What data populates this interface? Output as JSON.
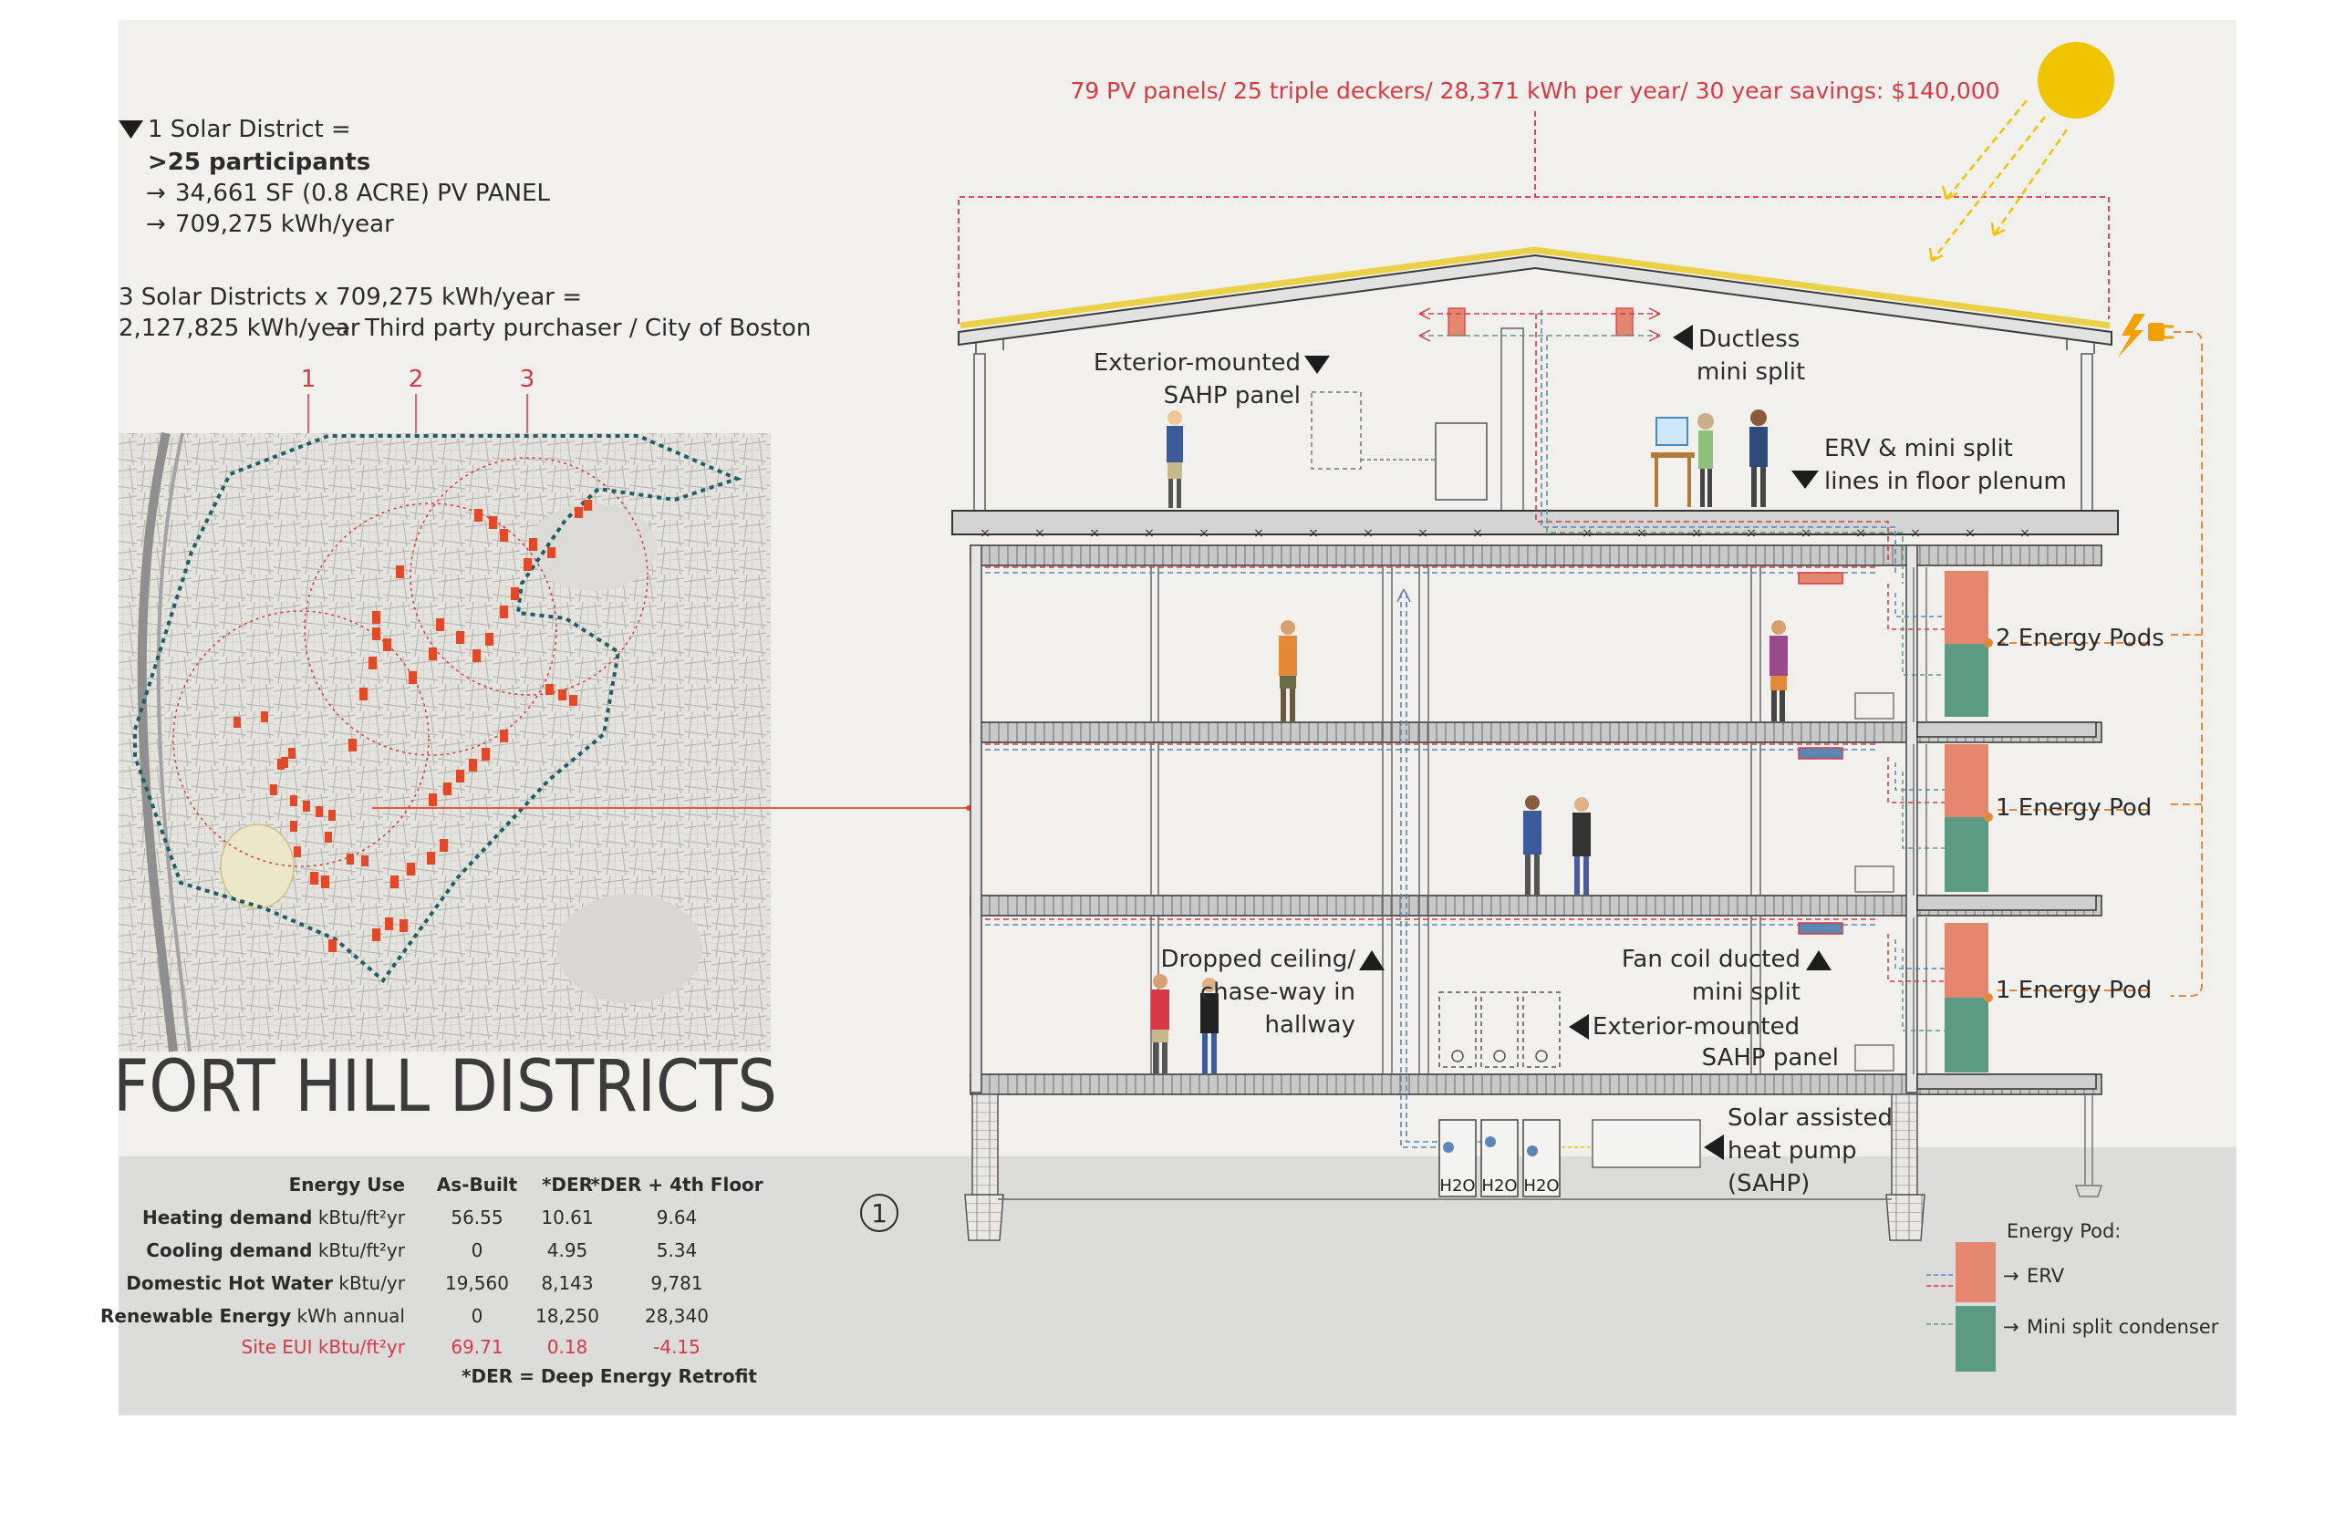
{
  "colors": {
    "paper": "#f1f0ec",
    "ground": "#dcdcda",
    "red": "#d53a45",
    "orange": "#e5883a",
    "erv": "#e5876f",
    "mini_split": "#5d9a83",
    "blue": "#5b87b6",
    "teal": "#1f5e66",
    "sun": "#f0c400",
    "ink": "#2b2b2b"
  },
  "top_note": "79 PV panels/ 25 triple deckers/ 28,371 kWh per year/ 30 year savings: $140,000",
  "district_summary": {
    "line1": "1 Solar District =",
    "line2": ">25 participants",
    "line3": "34,661 SF (0.8 ACRE) PV PANEL",
    "line4": "709,275 kWh/year",
    "line5": "3 Solar Districts x 709,275 kWh/year =",
    "line6": "2,127,825 kWh/year",
    "line6b": "Third party purchaser / City of Boston"
  },
  "district_markers": [
    "1",
    "2",
    "3"
  ],
  "map_title": "FORT HILL DISTRICTS",
  "section_number": "1",
  "labels": {
    "sahp_roof": [
      "Exterior-mounted",
      "SAHP panel"
    ],
    "ductless": [
      "Ductless",
      "mini split"
    ],
    "erv_lines": [
      "ERV & mini split",
      "lines in floor plenum"
    ],
    "pods_2": "2 Energy Pods",
    "pods_1a": "1 Energy Pod",
    "pods_1b": "1 Energy Pod",
    "dropped": [
      "Dropped ceiling/",
      "chase-way in",
      "hallway"
    ],
    "fancoil": [
      "Fan coil ducted",
      "mini split"
    ],
    "sahp_ground": [
      "Exterior-mounted",
      "SAHP panel"
    ],
    "solar_hp": [
      "Solar assisted",
      "heat pump",
      "(SAHP)"
    ],
    "tank": "H2O"
  },
  "legend": {
    "title": "Energy Pod:",
    "erv": "ERV",
    "mini": "Mini split condenser"
  },
  "table": {
    "headers": [
      "Energy Use",
      "As-Built",
      "*DER",
      "*DER + 4th Floor"
    ],
    "rows": [
      {
        "label": "Heating demand",
        "unit": "kBtu/ft²yr",
        "values": [
          "56.55",
          "10.61",
          "9.64"
        ],
        "highlight": false
      },
      {
        "label": "Cooling demand",
        "unit": "kBtu/ft²yr",
        "values": [
          "0",
          "4.95",
          "5.34"
        ],
        "highlight": false
      },
      {
        "label": "Domestic Hot Water",
        "unit": "kBtu/yr",
        "values": [
          "19,560",
          "8,143",
          "9,781"
        ],
        "highlight": false
      },
      {
        "label": "Renewable Energy",
        "unit": "kWh annual",
        "values": [
          "0",
          "18,250",
          "28,340"
        ],
        "highlight": false
      },
      {
        "label": "Site EUI",
        "unit": "kBtu/ft²yr",
        "values": [
          "69.71",
          "0.18",
          "-4.15"
        ],
        "highlight": true
      }
    ],
    "footnote": "*DER = Deep Energy Retrofit"
  }
}
